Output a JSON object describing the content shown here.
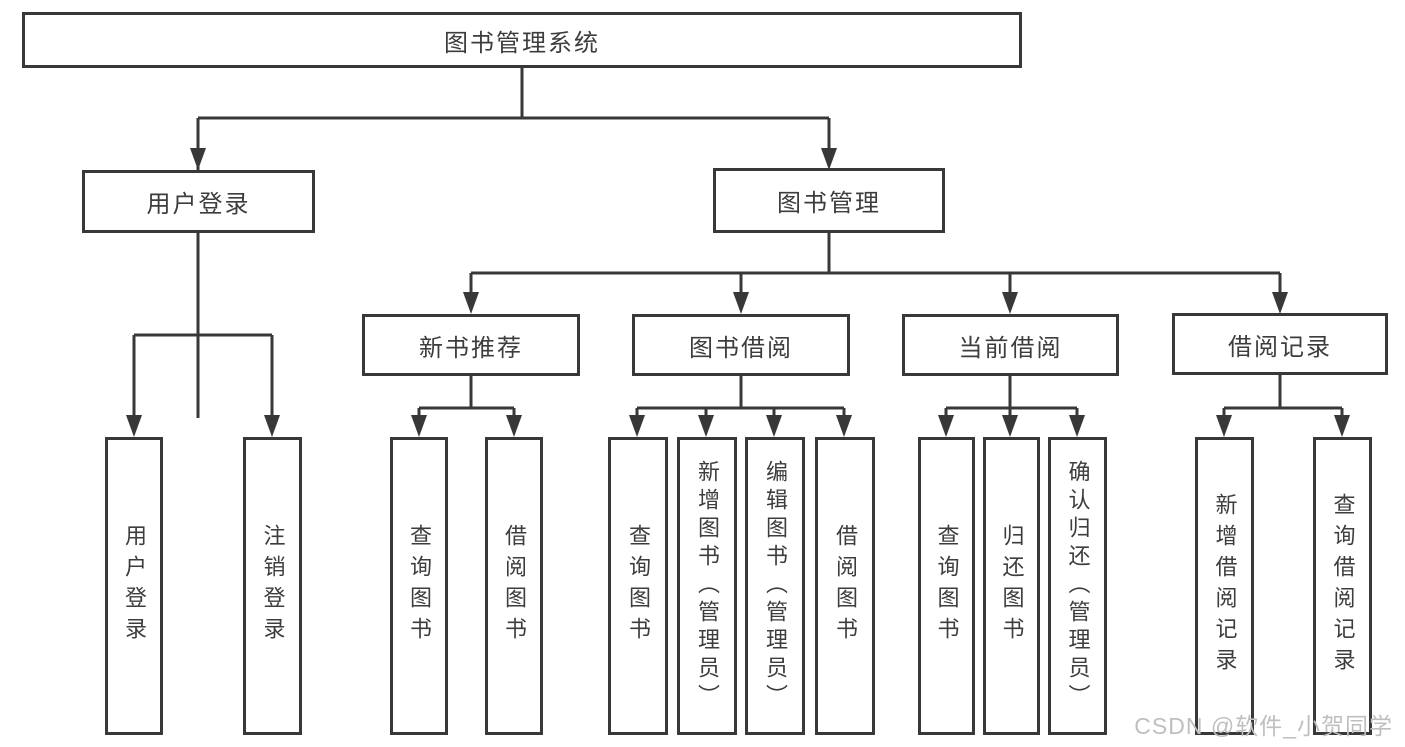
{
  "root": {
    "label": "图书管理系统"
  },
  "level2": [
    {
      "label": "用户登录",
      "children": [
        {
          "label": "用户登录"
        },
        {
          "label": "注销登录"
        }
      ]
    },
    {
      "label": "图书管理",
      "groups": [
        {
          "label": "新书推荐",
          "children": [
            {
              "label": "查询图书"
            },
            {
              "label": "借阅图书"
            }
          ]
        },
        {
          "label": "图书借阅",
          "children": [
            {
              "label": "查询图书"
            },
            {
              "label": "新增图书（管理员）"
            },
            {
              "label": "编辑图书（管理员）"
            },
            {
              "label": "借阅图书"
            }
          ]
        },
        {
          "label": "当前借阅",
          "children": [
            {
              "label": "查询图书"
            },
            {
              "label": "归还图书"
            },
            {
              "label": "确认归还（管理员）"
            }
          ]
        },
        {
          "label": "借阅记录",
          "children": [
            {
              "label": "新增借阅记录"
            },
            {
              "label": "查询借阅记录"
            }
          ]
        }
      ]
    }
  ],
  "watermark": {
    "text": "CSDN @软件_小贺同学"
  },
  "colors": {
    "line": "#383838",
    "text": "#3d3d3d",
    "box_bg": "#ffffff",
    "watermark": "#bfbfbf",
    "background": "#ffffff"
  }
}
